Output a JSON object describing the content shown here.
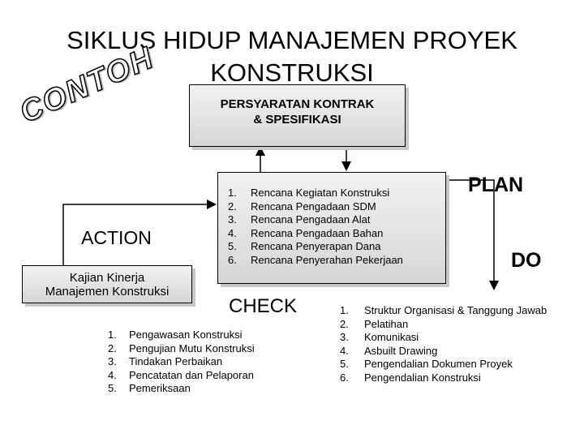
{
  "title_line1": "SIKLUS HIDUP MANAJEMEN PROYEK",
  "title_line2": "KONSTRUKSI",
  "watermark": "CONTOH",
  "requirements_box": {
    "line1": "PERSYARATAN KONTRAK",
    "line2": "& SPESIFIKASI"
  },
  "plan": {
    "label": "PLAN",
    "items": [
      {
        "num": "1.",
        "text": "Rencana Kegiatan Konstruksi"
      },
      {
        "num": "2.",
        "text": "Rencana Pengadaan SDM"
      },
      {
        "num": "3.",
        "text": "Rencana Pengadaan Alat"
      },
      {
        "num": "4.",
        "text": "Rencana Pengadaan Bahan"
      },
      {
        "num": "5.",
        "text": "Rencana Penyerapan Dana"
      },
      {
        "num": "6.",
        "text": "Rencana Penyerahan Pekerjaan"
      }
    ]
  },
  "do": {
    "label": "DO",
    "items": [
      {
        "num": "1.",
        "text": "Struktur Organisasi & Tanggung Jawab"
      },
      {
        "num": "2.",
        "text": "Pelatihan"
      },
      {
        "num": "3.",
        "text": "Komunikasi"
      },
      {
        "num": "4.",
        "text": "Asbuilt Drawing"
      },
      {
        "num": "5.",
        "text": "Pengendalian Dokumen Proyek"
      },
      {
        "num": "6.",
        "text": "Pengendalian Konstruksi"
      }
    ]
  },
  "check": {
    "label": "CHECK",
    "items": [
      {
        "num": "1.",
        "text": "Pengawasan Konstruksi"
      },
      {
        "num": "2.",
        "text": "Pengujian Mutu Konstruksi"
      },
      {
        "num": "3.",
        "text": "Tindakan Perbaikan"
      },
      {
        "num": "4.",
        "text": "Pencatatan dan Pelaporan"
      },
      {
        "num": "5.",
        "text": "Pemeriksaan"
      }
    ]
  },
  "action": {
    "label": "ACTION",
    "box_line1": "Kajian Kinerja",
    "box_line2": "Manajemen Konstruksi"
  }
}
